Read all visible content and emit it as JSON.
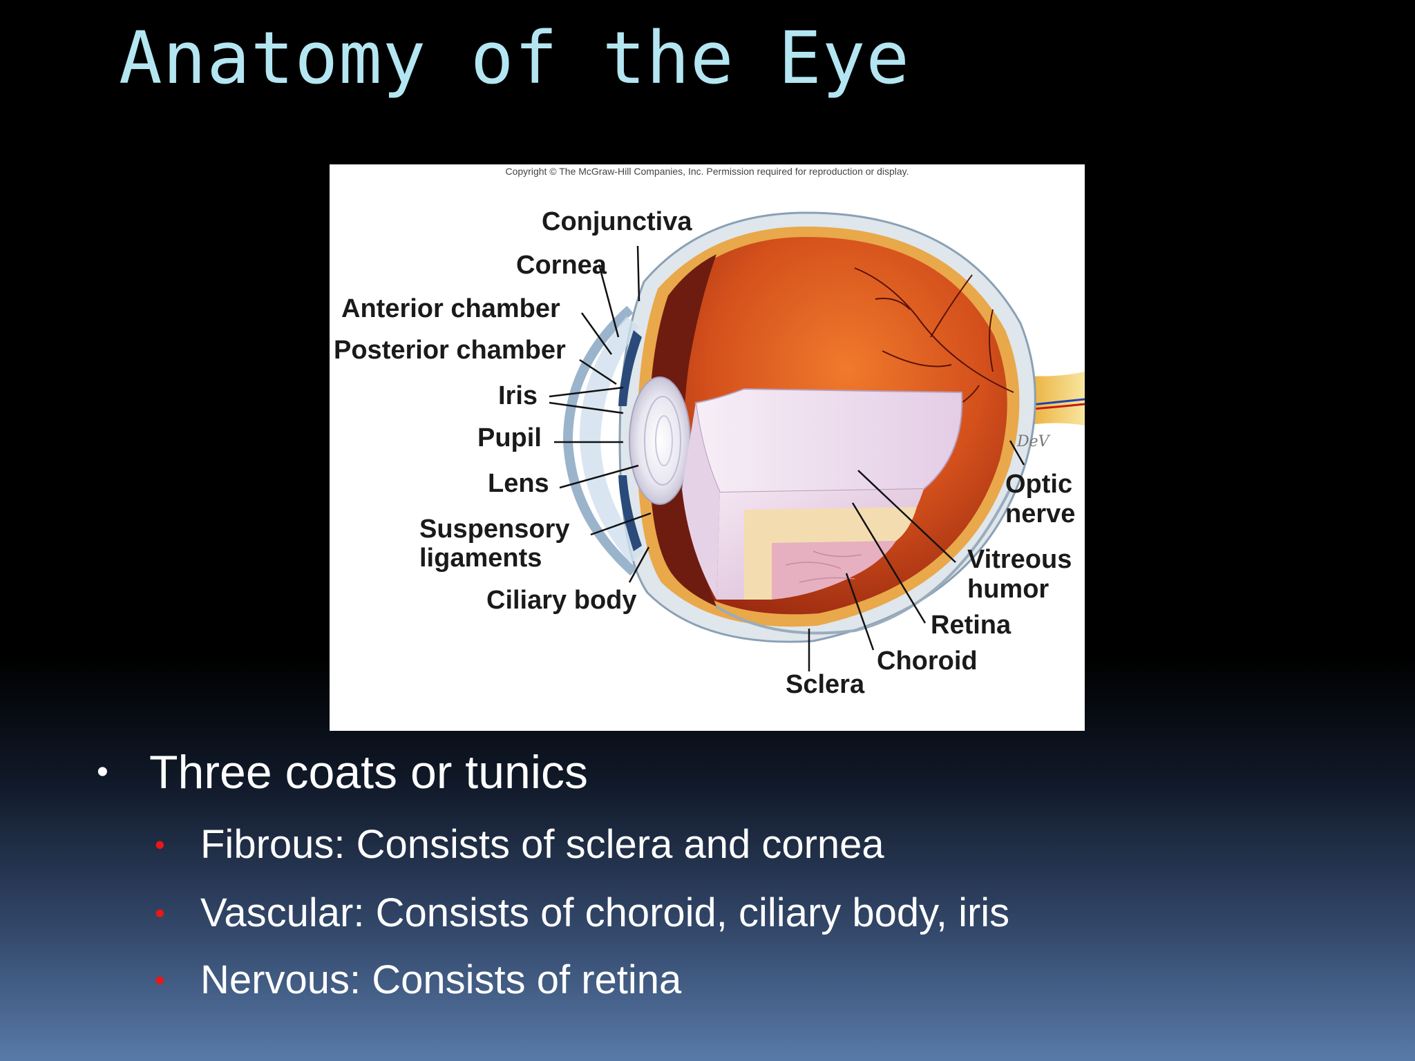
{
  "slide": {
    "title": "Anatomy of the Eye"
  },
  "figure": {
    "copyright": "Copyright © The McGraw-Hill Companies, Inc. Permission required for reproduction or display.",
    "labels": {
      "conjunctiva": "Conjunctiva",
      "cornea": "Cornea",
      "anterior_chamber": "Anterior chamber",
      "posterior_chamber": "Posterior chamber",
      "iris": "Iris",
      "pupil": "Pupil",
      "lens": "Lens",
      "suspensory_1": "Suspensory",
      "suspensory_2": "ligaments",
      "ciliary_body": "Ciliary body",
      "optic_1": "Optic",
      "optic_2": "nerve",
      "vitreous_1": "Vitreous",
      "vitreous_2": "humor",
      "retina": "Retina",
      "choroid": "Choroid",
      "sclera": "Sclera"
    }
  },
  "bullets": {
    "main": "Three coats or tunics",
    "items": [
      "Fibrous: Consists of sclera and cornea",
      "Vascular: Consists of choroid, ciliary body, iris",
      "Nervous: Consists of retina"
    ]
  },
  "colors": {
    "title": "#b4e6f2",
    "sub_bullet": "#e81818"
  }
}
